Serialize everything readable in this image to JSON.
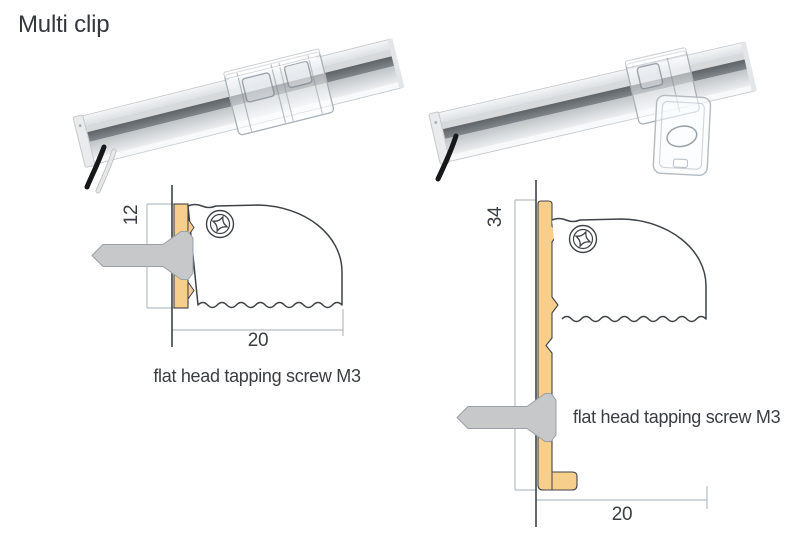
{
  "title": "Multi clip",
  "drawings": {
    "left": {
      "height_mm": "12",
      "width_mm": "20",
      "caption": "flat head tapping screw M3"
    },
    "right": {
      "height_mm": "34",
      "width_mm": "20",
      "caption": "flat head tapping screw M3"
    }
  },
  "colors": {
    "clip_body": "#F8CE8C",
    "screw": "#C6C8CA",
    "outline": "#3F4347",
    "dim_line": "#B9BDC0",
    "text": "#3A3E42"
  }
}
